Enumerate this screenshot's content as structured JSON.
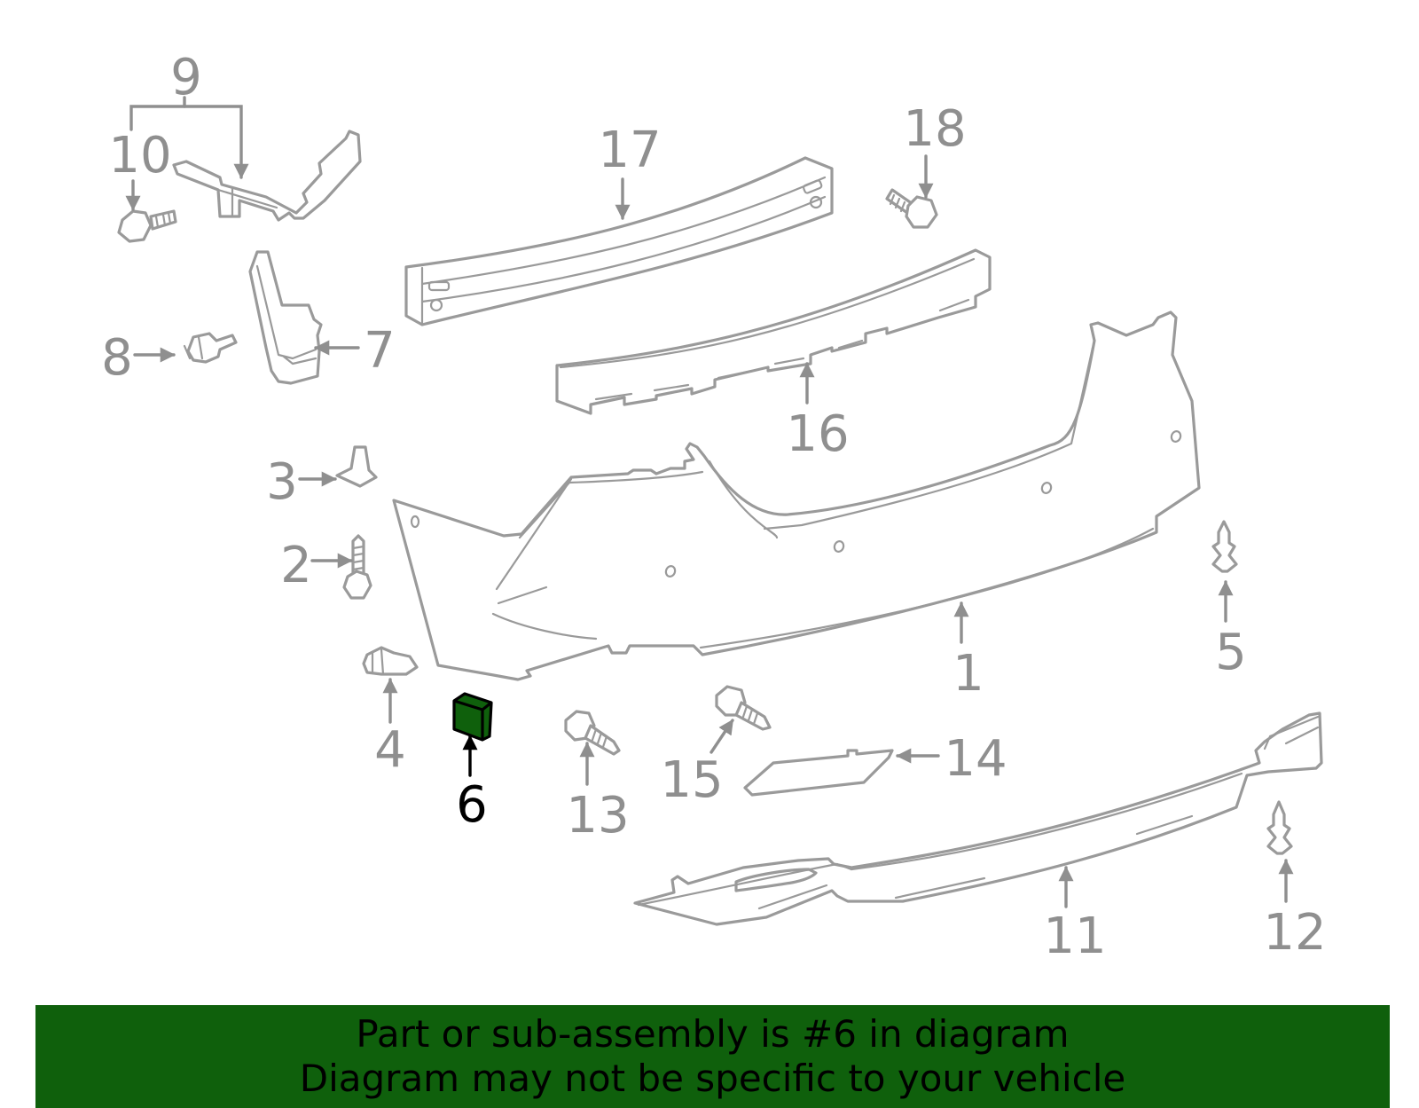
{
  "diagram": {
    "highlight_color": "#0f600c",
    "part_stroke_color": "#9a9a9a",
    "callout_color": "#8f8f8f",
    "active_callout_color": "#000000",
    "callouts": [
      "1",
      "2",
      "3",
      "4",
      "5",
      "6",
      "7",
      "8",
      "9",
      "10",
      "11",
      "12",
      "13",
      "14",
      "15",
      "16",
      "17",
      "18"
    ],
    "active_callout": "6"
  },
  "banner": {
    "line1": "Part or sub-assembly is #6 in diagram",
    "line2": "Diagram may not be specific to your vehicle",
    "background_color": "#0f600c"
  }
}
